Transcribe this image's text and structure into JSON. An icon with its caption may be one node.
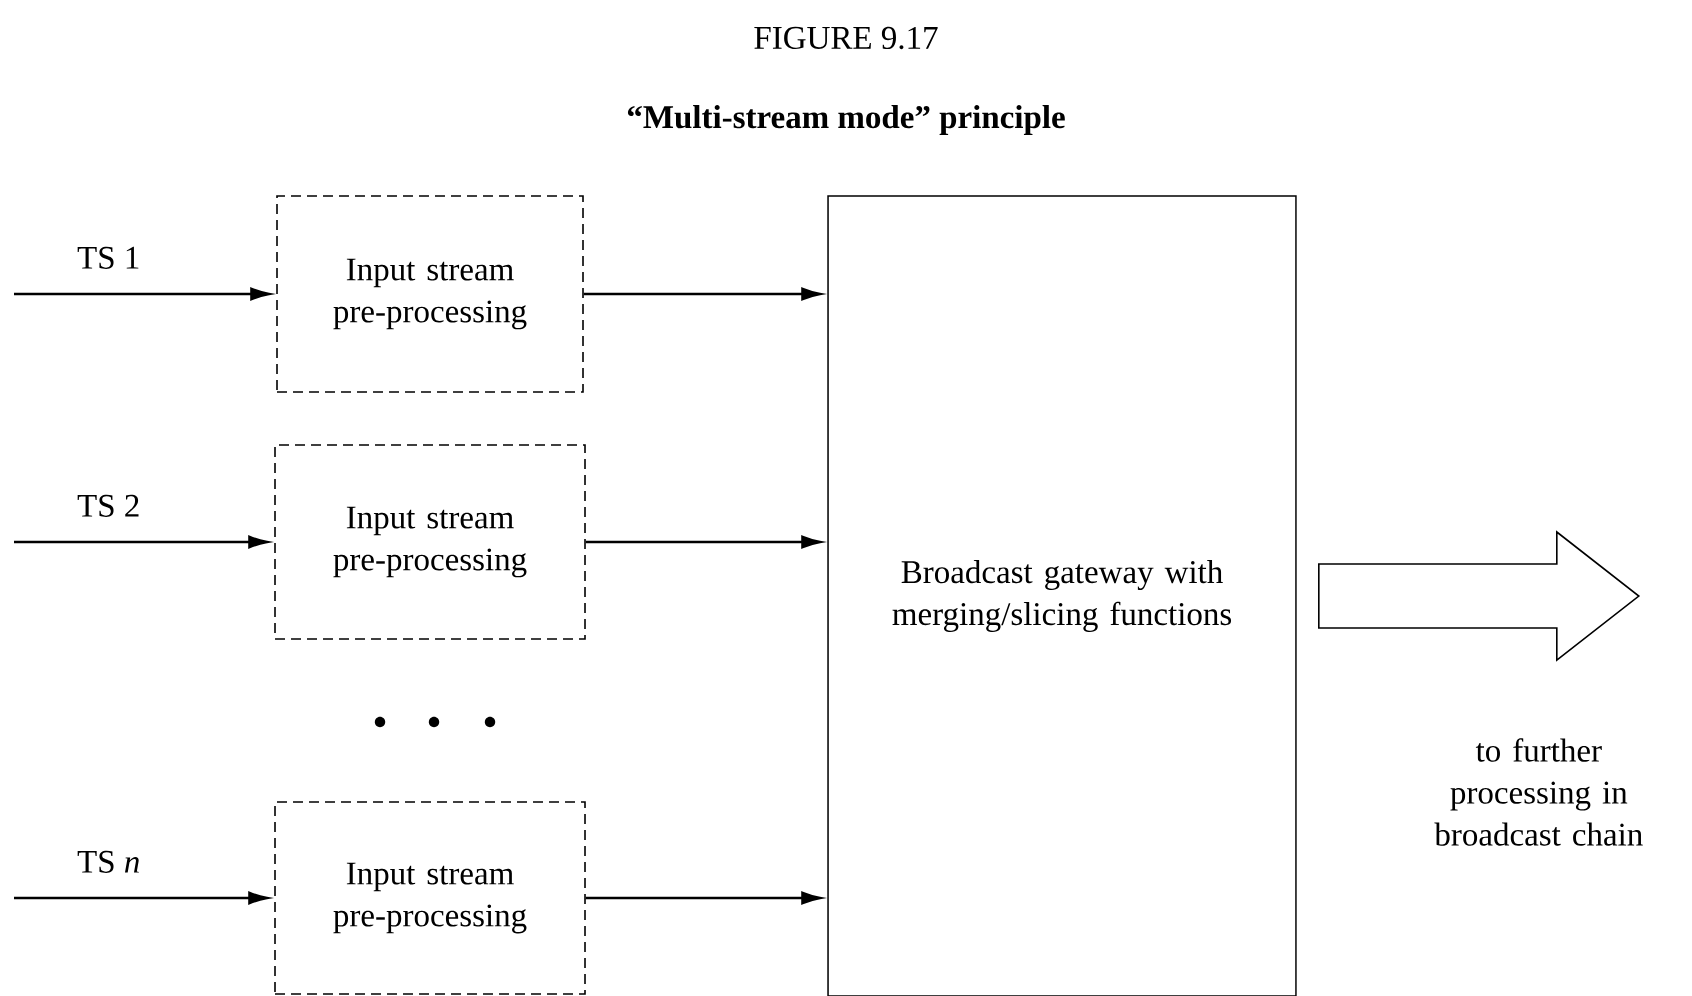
{
  "diagram": {
    "title": "FIGURE 9.17",
    "caption": "“Multi-stream mode” principle",
    "nodes": [
      {
        "text": [
          "Input stream pre-processing"
        ]
      },
      {
        "text": [
          "Input stream pre-processing"
        ]
      },
      {
        "text": [
          "Input stream pre-processing"
        ]
      },
      {
        "text": [
          "Broadcast gateway with merging/slicing functions"
        ]
      }
    ],
    "edges": [
      {
        "from": null,
        "to": 0,
        "arrow": "to",
        "label": "TS 1"
      },
      {
        "from": null,
        "to": 1,
        "arrow": "to",
        "label": "TS 2"
      },
      {
        "from": null,
        "to": 2,
        "arrow": "to",
        "label": "TS *n*"
      },
      {
        "from": 0,
        "to": 3,
        "arrow": "to"
      },
      {
        "from": 1,
        "to": 3,
        "arrow": "to"
      },
      {
        "from": 2,
        "to": 3,
        "arrow": "to"
      },
      {
        "from": 3,
        "to": null,
        "arrow": "to",
        "style": "thick",
        "label": "to further processing in broadcast chain"
      }
    ]
  }
}
